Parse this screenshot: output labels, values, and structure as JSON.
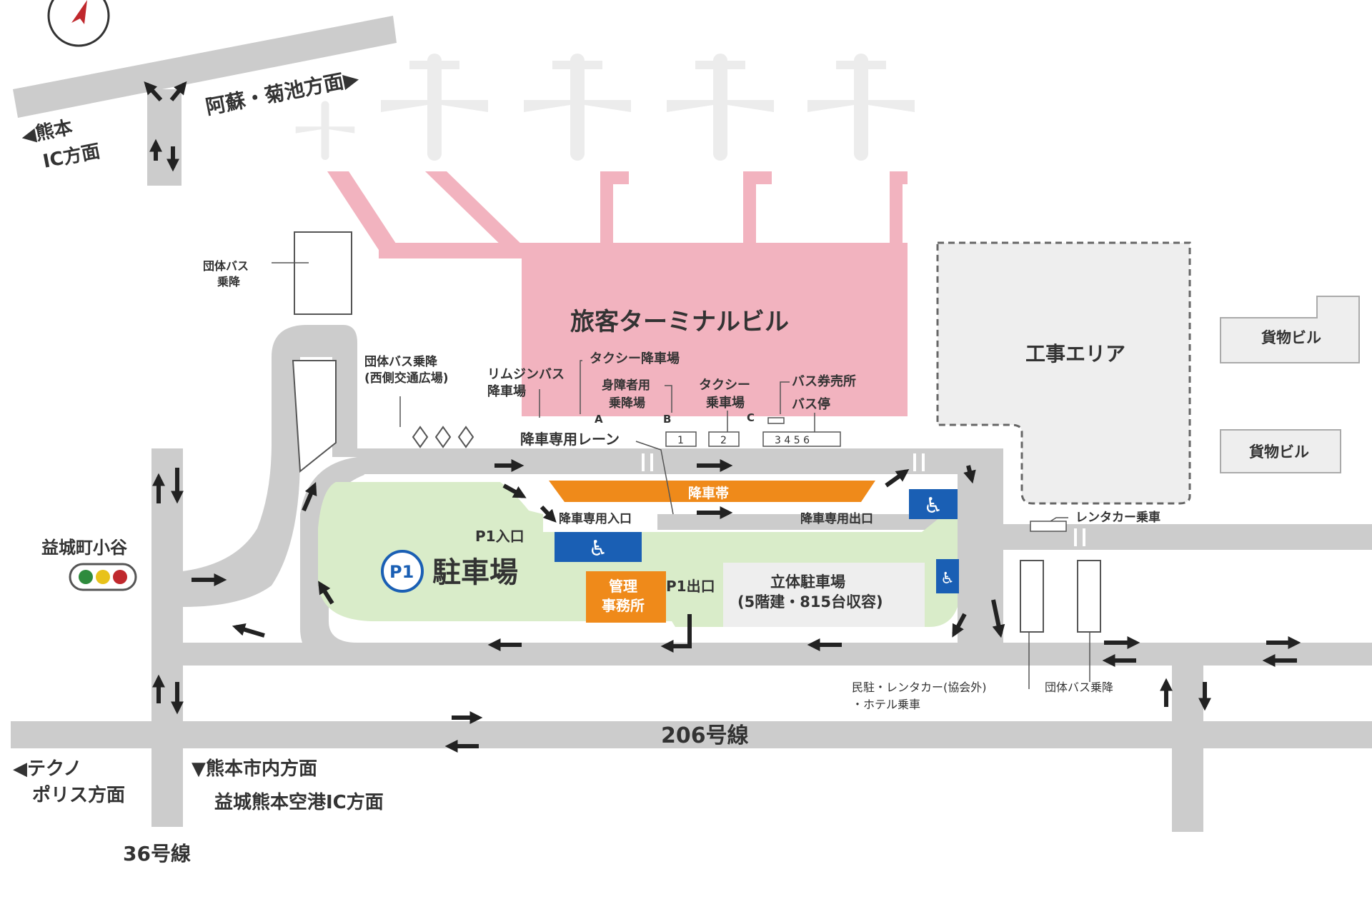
{
  "directions": {
    "aso_kikuchi": "阿蘇・菊池方面▶",
    "kumamoto_ic_line1": "◀熊本",
    "kumamoto_ic_line2": "IC方面",
    "techno_line1": "◀テクノ",
    "techno_line2": "ポリス方面",
    "city_line1": "▼熊本市内方面",
    "city_line2": "益城熊本空港IC方面"
  },
  "roads": {
    "route206": "206号線",
    "route36": "36号線"
  },
  "places": {
    "terminal": "旅客ターミナルビル",
    "construction": "工事エリア",
    "cargo1": "貨物ビル",
    "cargo2": "貨物ビル",
    "parking_p": "P1",
    "parking": "駐車場",
    "multistory_line1": "立体駐車場",
    "multistory_line2": "(5階建・815台収容)",
    "office_line1": "管理",
    "office_line2": "事務所",
    "p1_entrance": "P1入口",
    "p1_exit": "P1出口",
    "mashiki_oyatsu": "益城町小谷"
  },
  "callouts": {
    "group_bus_top_line1": "団体バス",
    "group_bus_top_line2": "乗降",
    "group_bus_west_line1": "団体バス乗降",
    "group_bus_west_line2": "(西側交通広場)",
    "limousine_line1": "リムジンバス",
    "limousine_line2": "降車場",
    "taxi_drop": "タクシー降車場",
    "disabled_line1": "身障者用",
    "disabled_line2": "乗降場",
    "taxi_ride_line1": "タクシー",
    "taxi_ride_line2": "乗車場",
    "bus_ticket": "バス券売所",
    "bus_stop": "バス停",
    "point_a": "A",
    "point_b": "B",
    "point_c": "C",
    "stop1": "1",
    "stop2": "2",
    "stop3456": "3 4 5 6",
    "drop_lane": "降車専用レーン",
    "drop_zone": "降車帯",
    "drop_entrance": "降車専用入口",
    "drop_exit": "降車専用出口",
    "rental_ride": "レンタカー乗車",
    "private_rental_line1": "民駐・レンタカー(協会外)",
    "private_rental_line2": "・ホテル乗車",
    "group_bus_east": "団体バス乗降"
  },
  "colors": {
    "road": "#cccccc",
    "terminal": "#f2b3bf",
    "parking": "#d9ecc9",
    "construction": "#eeeeee",
    "drop_zone": "#ef8a1a",
    "office": "#ef8a1a",
    "accessible": "#1a5fb4",
    "p1_circle": "#1a5fb4"
  }
}
